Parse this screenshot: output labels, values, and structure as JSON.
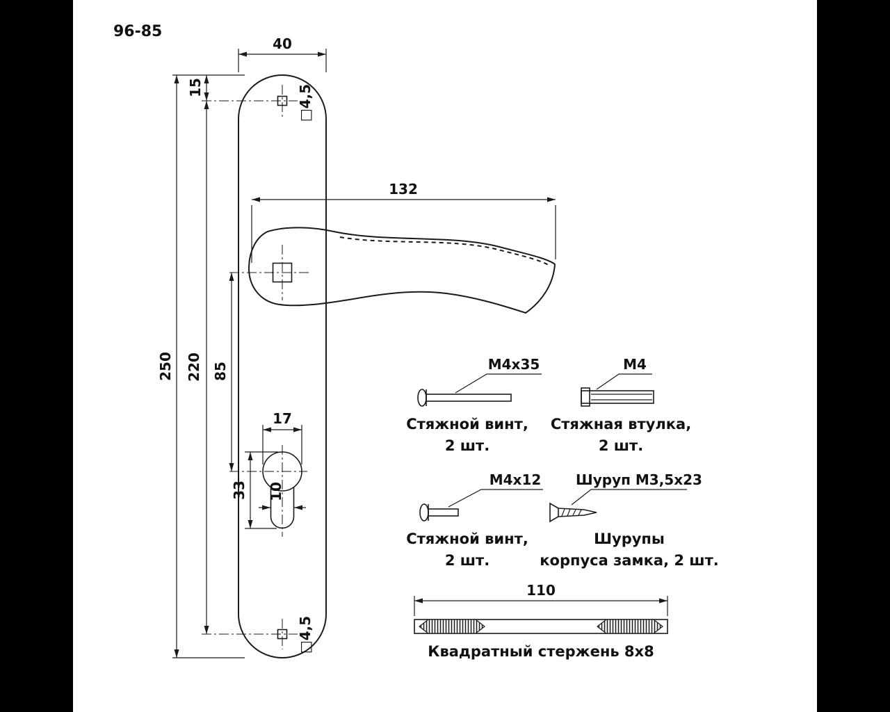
{
  "title": "96-85",
  "plate": {
    "dims": {
      "width": "40",
      "top_offset": "15",
      "total_height": "250",
      "hole_spacing": "220",
      "handle_to_cylinder": "85",
      "cyl_width": "17",
      "cyl_height": "33",
      "slot_width": "10",
      "top_hole": "□4,5",
      "bottom_hole": "□4,5"
    }
  },
  "handle": {
    "length": "132"
  },
  "hardware": {
    "bolt_long": {
      "label": "M4x35",
      "line1": "Стяжной винт,",
      "line2": "2 шт."
    },
    "sleeve": {
      "label": "M4",
      "line1": "Стяжная втулка,",
      "line2": "2 шт."
    },
    "bolt_short": {
      "label": "M4x12",
      "line1": "Стяжной винт,",
      "line2": "2 шт."
    },
    "screw": {
      "label": "Шуруп M3,5x23",
      "line1": "Шурупы",
      "line2": "корпуса замка, 2 шт."
    },
    "rod": {
      "length": "110",
      "caption": "Квадратный стержень 8x8"
    }
  }
}
